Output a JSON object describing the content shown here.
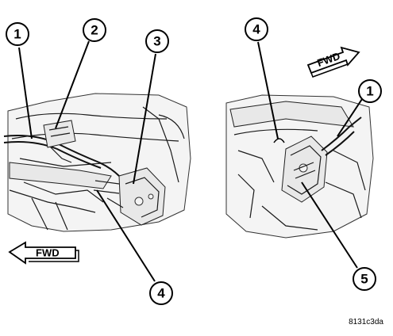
{
  "callouts": {
    "left_1": "1",
    "left_2": "2",
    "left_3": "3",
    "left_4": "4",
    "right_4": "4",
    "right_1": "1",
    "right_5": "5"
  },
  "fwd_left": "FWD",
  "fwd_right": "FWD",
  "figure_id": "8131c3da"
}
